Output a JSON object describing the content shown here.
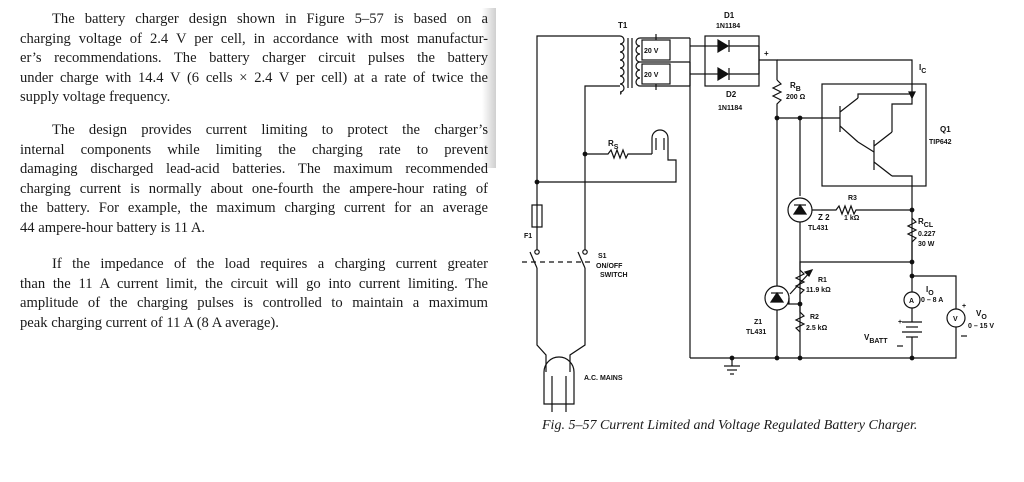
{
  "paragraphs": [
    {
      "lines": [
        "The battery charger design shown in Figure 5–57 is based on a",
        "charging voltage of 2.4 V per cell, in accordance with most manufactur-",
        "er’s recommendations. The battery charger circuit pulses the battery",
        "under charge with 14.4 V (6 cells × 2.4 V per cell) at a rate of twice the",
        "supply voltage frequency."
      ]
    },
    {
      "lines": [
        "The design provides current limiting to protect the charger’s",
        "internal components while limiting the charging rate to prevent",
        "damaging discharged lead-acid batteries. The maximum recommended",
        "charging current is normally about one-fourth the ampere-hour rating of",
        "the battery. For example, the maximum charging current for an average",
        "44 ampere-hour battery is 11 A."
      ]
    },
    {
      "lines": [
        "If the impedance of the load requires a charging current greater",
        "than the 11 A current limit, the circuit will go into current limiting. The",
        "amplitude of the charging pulses is controlled to maintain a maximum",
        "peak charging current of 11 A (8 A average)."
      ]
    }
  ],
  "circuit_labels": {
    "t1": "T1",
    "d1": "D1",
    "d1_part": "1N1184",
    "d2": "D2",
    "d2_part": "1N1184",
    "v20a": "20 V",
    "v20b": "20 V",
    "plus": "+",
    "ic": "I",
    "ic_sub": "C",
    "rb": "R",
    "rb_sub": "B",
    "rb_val": "200 Ω",
    "q1": "Q1",
    "q1_part": "TIP642",
    "rs": "R",
    "rs_sub": "S",
    "f1": "F1",
    "s1": "S1",
    "s1_desc1": "ON/OFF",
    "s1_desc2": "SWITCH",
    "r3": "R3",
    "r3_val": "1 kΩ",
    "z2": "Z 2",
    "z2_part": "TL431",
    "rcl": "R",
    "rcl_sub": "CL",
    "rcl_val1": "0.227",
    "rcl_val2": "30 W",
    "r1": "R1",
    "r1_val": "11.9 kΩ",
    "r2": "R2",
    "r2_val": "2.5 kΩ",
    "z1": "Z1",
    "z1_part": "TL431",
    "io": "I",
    "io_sub": "O",
    "io_range": "0 – 8 A",
    "vbatt": "V",
    "vbatt_sub": "BATT",
    "vo": "V",
    "vo_sub": "O",
    "vo_range": "0 – 15 V",
    "ammeter": "A",
    "voltmeter": "V",
    "mains": "A.C. MAINS"
  },
  "caption": "Fig. 5–57    Current Limited and Voltage Regulated Battery Charger."
}
